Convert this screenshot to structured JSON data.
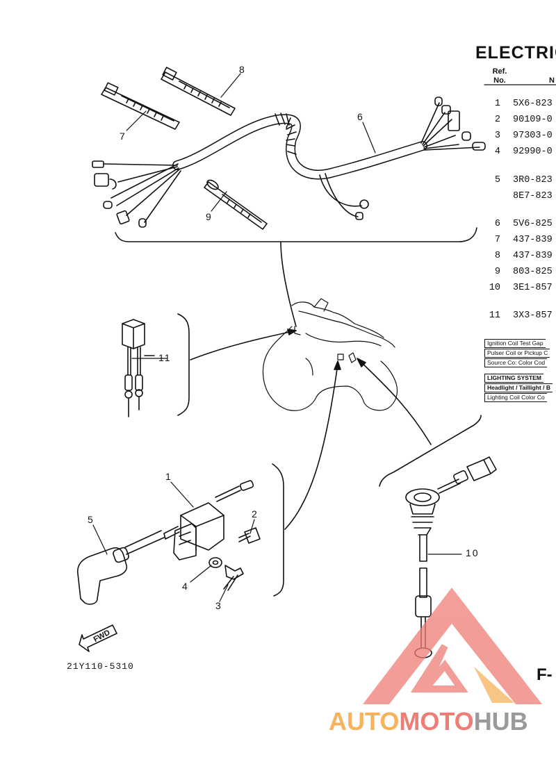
{
  "title": "ELECTRIC",
  "table": {
    "header_ref": "Ref.",
    "header_no": "No.",
    "header_part": "N",
    "rows": [
      {
        "ref": "1",
        "part": "5X6-823"
      },
      {
        "ref": "2",
        "part": "90109-0"
      },
      {
        "ref": "3",
        "part": "97303-0"
      },
      {
        "ref": "4",
        "part": "92990-0"
      },
      {
        "ref": "5",
        "part": "3R0-823"
      },
      {
        "ref": "",
        "part": "8E7-823"
      },
      {
        "ref": "6",
        "part": "5V6-825"
      },
      {
        "ref": "7",
        "part": "437-839"
      },
      {
        "ref": "8",
        "part": "437-839"
      },
      {
        "ref": "9",
        "part": "803-825"
      },
      {
        "ref": "10",
        "part": "3E1-857"
      },
      {
        "ref": "11",
        "part": "3X3-857"
      }
    ]
  },
  "specs": [
    {
      "text": "Ignition Coil Test Gap",
      "bold": false
    },
    {
      "text": "Pulser Coil or Pickup C",
      "bold": false
    },
    {
      "text": "Source Co: Color Cod",
      "bold": false
    },
    {
      "text": "LIGHTING SYSTEM",
      "bold": true
    },
    {
      "text": "Headlight / Taillight / B",
      "bold": true
    },
    {
      "text": "Lighting Coil Color Co",
      "bold": false
    }
  ],
  "callouts": {
    "c1": "1",
    "c2": "2",
    "c3": "3",
    "c4": "4",
    "c5": "5",
    "c6": "6",
    "c7": "7",
    "c8": "8",
    "c9": "9",
    "c10": "10",
    "c11": "11"
  },
  "fwd_label": "FWD",
  "drawing_code": "21Y110-5310",
  "figure_label": "F-",
  "watermark": {
    "part1": "AUTO",
    "part2": "MOTO",
    "part3": "HUB"
  },
  "colors": {
    "watermark_orange": "#f6b35b",
    "watermark_red": "#ef7d76",
    "watermark_gray": "#9a9a9a",
    "line": "#111111"
  }
}
